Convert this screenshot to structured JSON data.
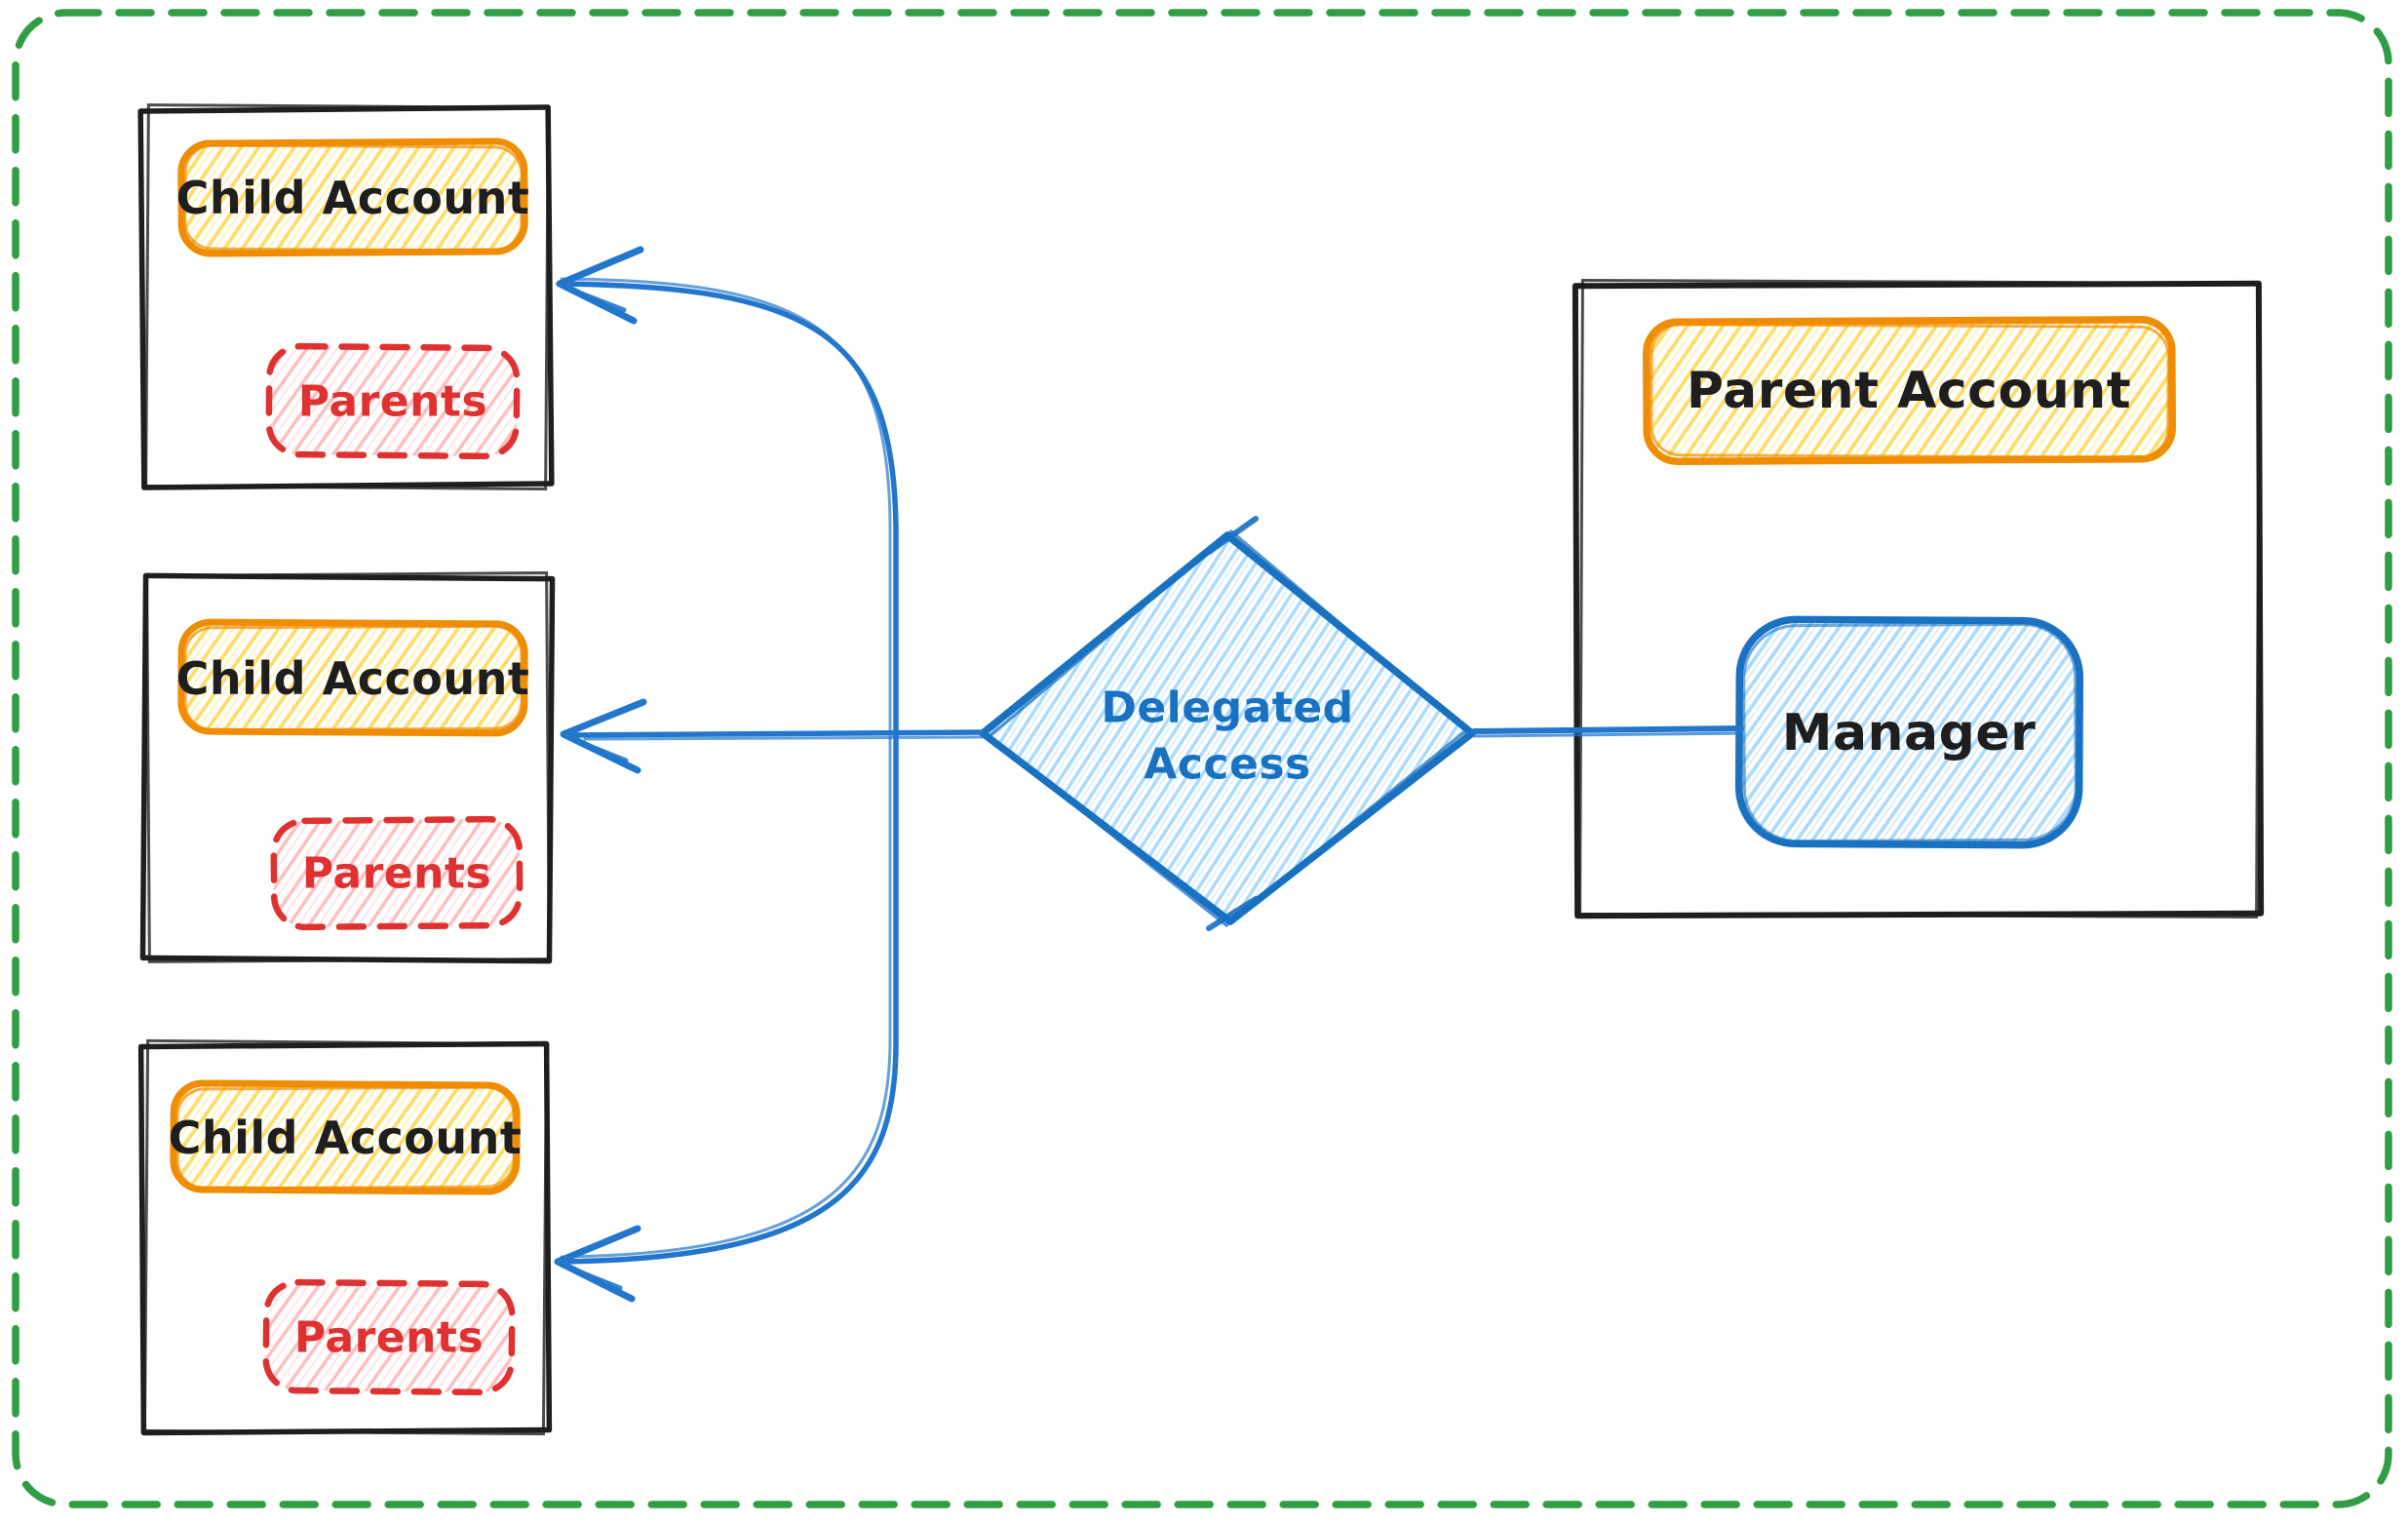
{
  "diagram": {
    "frame": {
      "style": "dashed rounded border",
      "color": "#2f9e44"
    },
    "child_boxes": [
      {
        "title": "Child Account",
        "badge": "Parents"
      },
      {
        "title": "Child Account",
        "badge": "Parents"
      },
      {
        "title": "Child Account",
        "badge": "Parents"
      }
    ],
    "parent_box": {
      "title": "Parent Account",
      "manager_label": "Manager"
    },
    "decision": {
      "label": "Delegated Access",
      "line1": "Delegated",
      "line2": "Access"
    },
    "connections": [
      {
        "from": "Manager",
        "to": "Delegated Access",
        "style": "plain line"
      },
      {
        "from": "Delegated Access",
        "to": "Child Account (top)",
        "style": "curved arrow"
      },
      {
        "from": "Delegated Access",
        "to": "Child Account (middle)",
        "style": "straight arrow"
      },
      {
        "from": "Delegated Access",
        "to": "Child Account (bottom)",
        "style": "curved arrow"
      }
    ],
    "colors": {
      "ink_black": "#1e1e1e",
      "orange": "#f08c00",
      "yellow_hatch": "#ffd43b",
      "red": "#e03131",
      "pink_hatch": "#ff8787",
      "blue": "#1971c2",
      "light_blue_hatch": "#a5d8ff",
      "arrow_blue": "#2277cd",
      "frame_green": "#2f9e44",
      "canvas": "#ffffff"
    }
  }
}
